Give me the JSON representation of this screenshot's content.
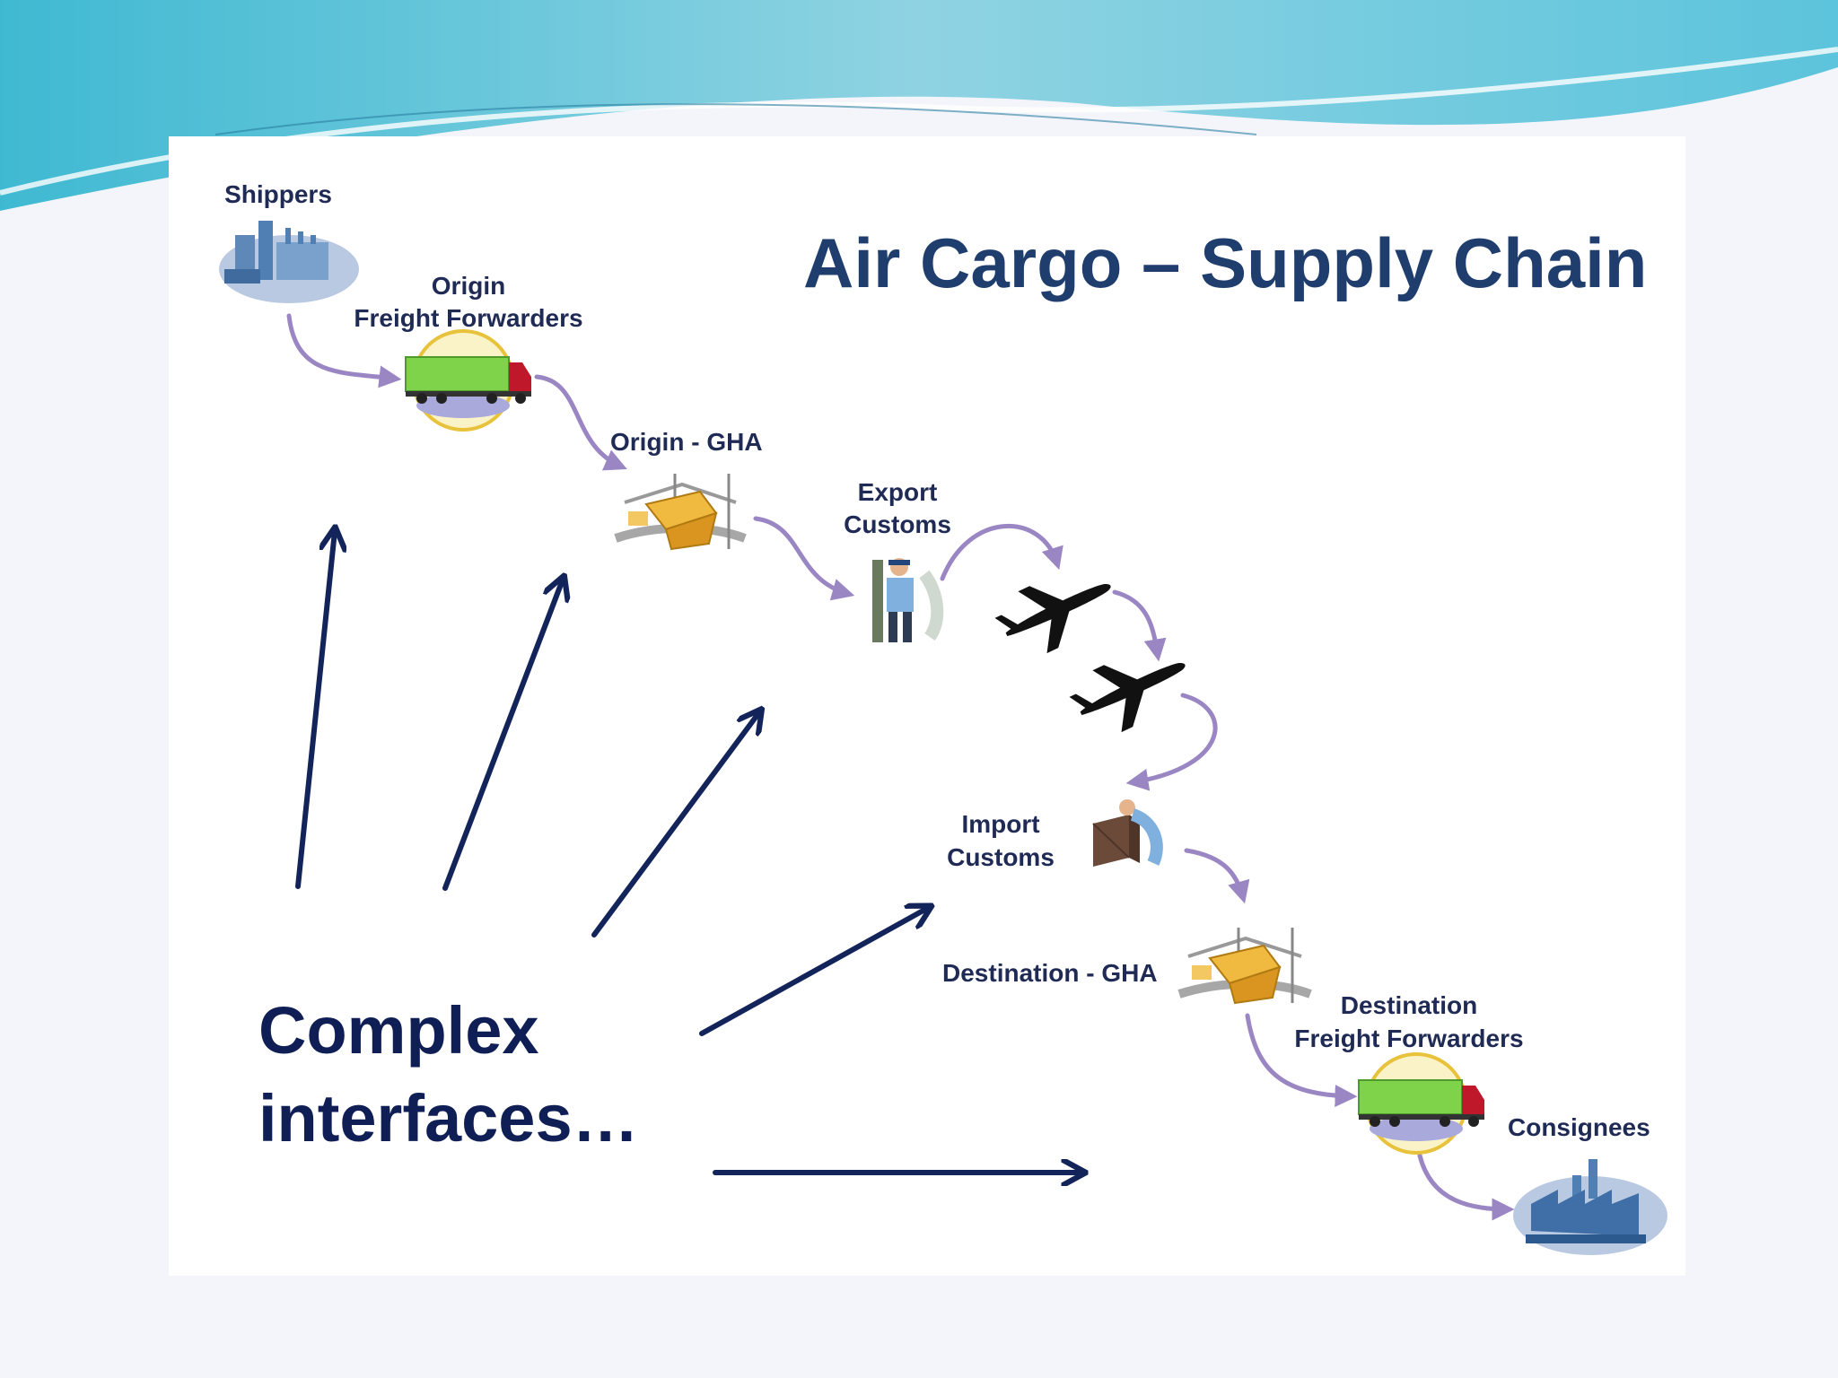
{
  "title": "Air Cargo – Supply Chain",
  "nodes": {
    "shippers": "Shippers",
    "origin_ff_line1": "Origin",
    "origin_ff_line2": "Freight Forwarders",
    "origin_gha": "Origin - GHA",
    "export_customs_line1": "Export",
    "export_customs_line2": "Customs",
    "import_customs_line1": "Import",
    "import_customs_line2": "Customs",
    "destination_gha": "Destination - GHA",
    "dest_ff_line1": "Destination",
    "dest_ff_line2": "Freight Forwarders",
    "consignees": "Consignees"
  },
  "callout": {
    "line1": "Complex",
    "line2": "interfaces…"
  },
  "icons": {
    "shippers": "factory-icon",
    "origin_ff": "truck-icon",
    "origin_gha": "warehouse-icon",
    "export_customs": "customs-officer-icon",
    "plane1": "airplane-icon",
    "plane2": "airplane-icon",
    "import_customs": "customs-crate-icon",
    "destination_gha": "warehouse-icon",
    "dest_ff": "truck-icon",
    "consignees": "factory-icon"
  },
  "colors": {
    "flow_arrow": "#9b86c4",
    "interface_arrow": "#13245a",
    "title": "#1f3e6e",
    "label": "#1f2a55",
    "truck_body": "#7ed34a",
    "truck_cab": "#c0182b",
    "factory": "#4f7fb3",
    "header_wave": "#6ec3d6"
  }
}
